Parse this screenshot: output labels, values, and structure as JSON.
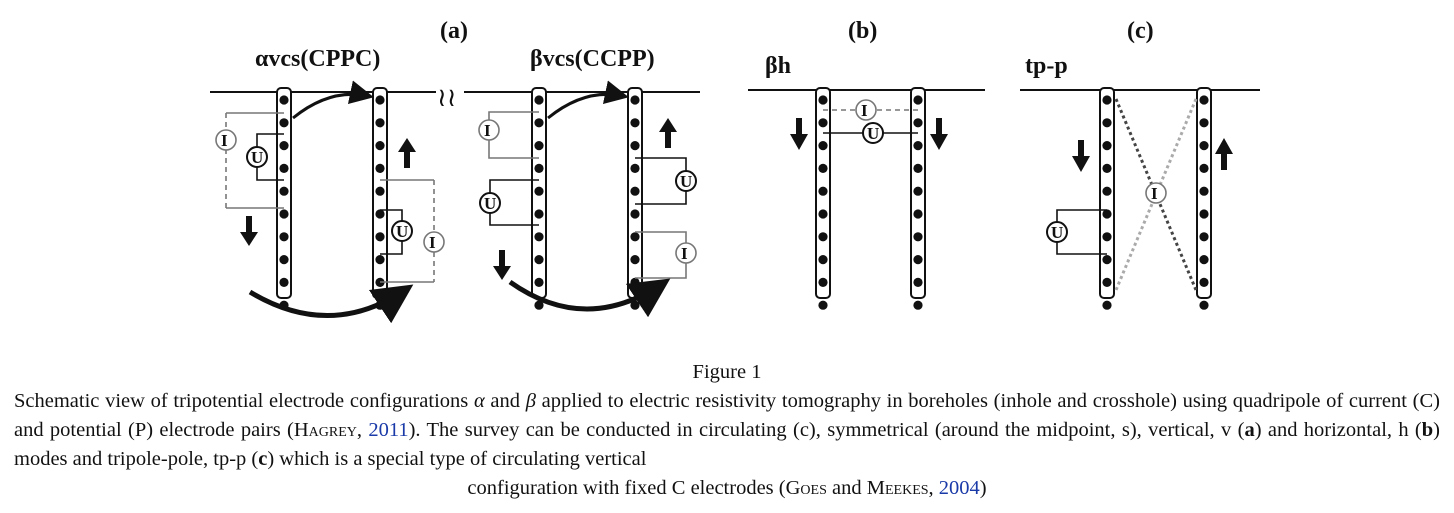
{
  "figure": {
    "panel_labels": {
      "a": "(a)",
      "b": "(b)",
      "c": "(c)"
    },
    "config_labels": {
      "alpha_vcs": "αvcs(CPPC)",
      "beta_vcs": "βvcs(CCPP)",
      "beta_h": "βh",
      "tp_p": "tp-p"
    },
    "break_symbol": "≀≀",
    "current_symbol": "I",
    "potential_symbol": "U"
  },
  "caption": {
    "title": "Figure 1",
    "text_1": "Schematic view of tripotential electrode configurations ",
    "alpha": "α",
    "text_2": " and ",
    "beta": "β",
    "text_3": " applied to electric resistivity tomography in boreholes (inhole and crosshole) using quadripole of current (C) and potential (P) electrode pairs (",
    "ref1_author": "Hagrey",
    "text_4": ", ",
    "ref1_year": "2011",
    "text_5": "). The survey can be conducted in circulating (c), symmetrical (around the midpoint, s), vertical, v (",
    "bold_a": "a",
    "text_6": ") and horizontal, h (",
    "bold_b": "b",
    "text_7": ") modes and tripole-pole, tp-p (",
    "bold_c": "c",
    "text_8": ") which is a special type of circulating vertical",
    "line_last_1": "configuration with fixed C electrodes (",
    "ref2_author1": "Goes",
    "ref2_and": " and ",
    "ref2_author2": "Meekes",
    "text_9": ", ",
    "ref2_year": "2004",
    "text_10": ")"
  }
}
